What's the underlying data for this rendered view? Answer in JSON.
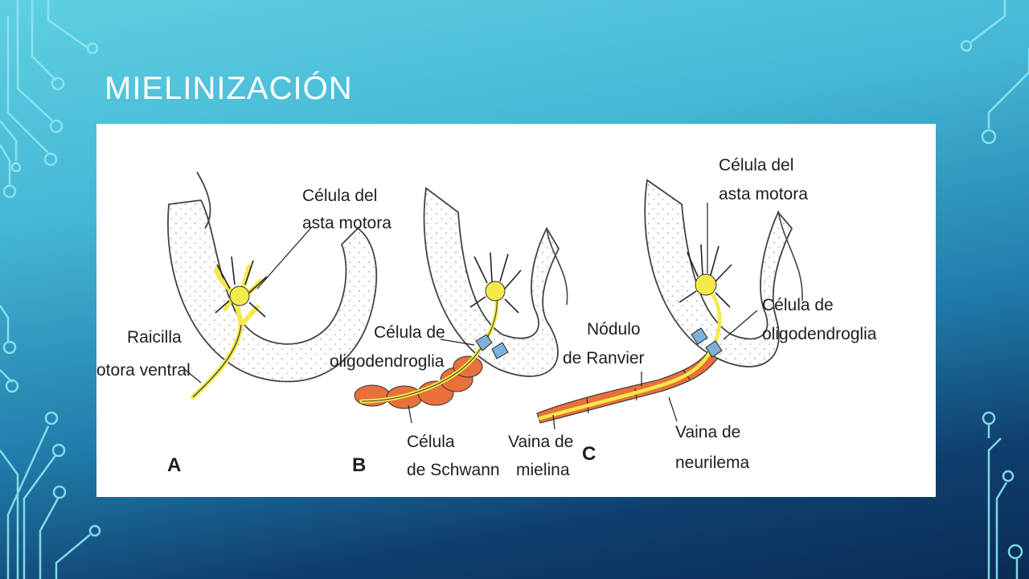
{
  "slide": {
    "title": "MIELINIZACIÓN"
  },
  "figure": {
    "panels": [
      {
        "letter": "A",
        "labels": {
          "cell": [
            "Célula del",
            "asta motora"
          ],
          "root": [
            "Raicilla",
            "otora ventral"
          ]
        }
      },
      {
        "letter": "B",
        "labels": {
          "oligo": [
            "Célula de",
            "oligodendroglia"
          ],
          "schwann": [
            "Célula",
            "de Schwann"
          ]
        }
      },
      {
        "letter": "C",
        "labels": {
          "cell": [
            "Célula del",
            "asta motora"
          ],
          "oligo": [
            "Célula de",
            "oligodendroglia"
          ],
          "node": [
            "Nódulo",
            "de Ranvier"
          ],
          "myelin": [
            "Vaina de",
            "mielina"
          ],
          "neurilemma": [
            "Vaina de",
            "neurilema"
          ]
        }
      }
    ]
  },
  "colors": {
    "neuron": "#f3ea4a",
    "myelin": "#e8703a",
    "oligodendrocyte": "#7fb0d8",
    "circuit": "#8fe6f2"
  },
  "icons": [
    "circuit-decoration"
  ]
}
